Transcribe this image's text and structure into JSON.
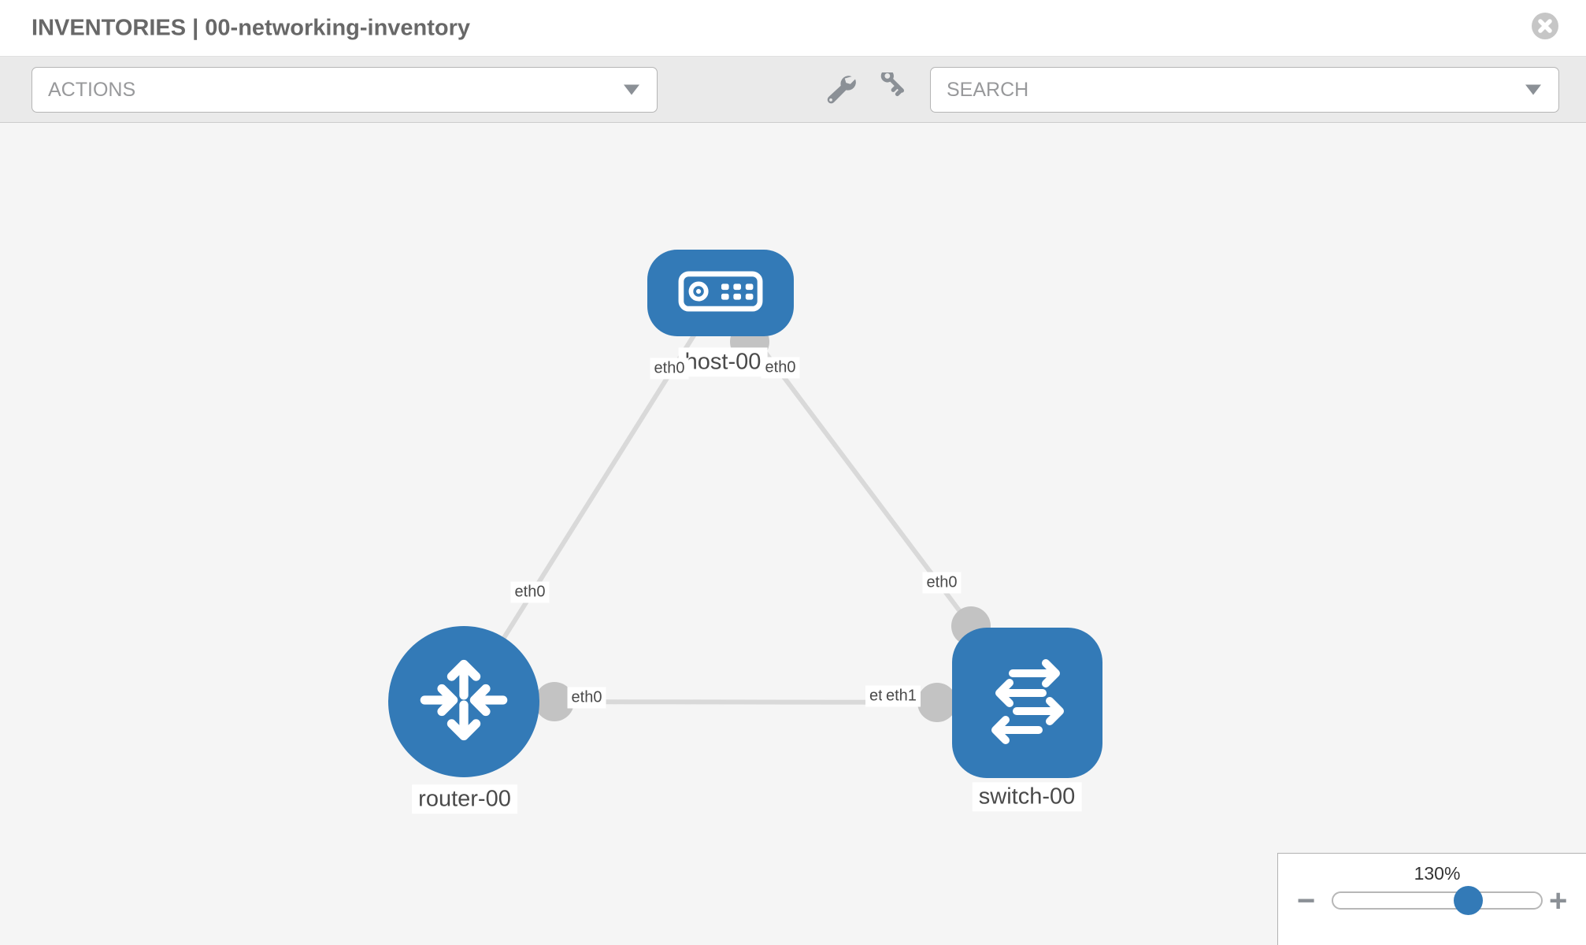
{
  "header": {
    "title": "INVENTORIES | 00-networking-inventory",
    "close_icon": "circle-x-icon"
  },
  "toolbar": {
    "actions_placeholder": "ACTIONS",
    "search_placeholder": "SEARCH",
    "icons": [
      "wrench-icon",
      "key-icon"
    ]
  },
  "colors": {
    "node_fill": "#337ab7",
    "port_fill": "#c3c3c3",
    "link_stroke": "#d9d9d9",
    "canvas_bg": "#f5f5f5",
    "toolbar_bg": "#eaeaea",
    "slider_thumb": "#337ab7",
    "icon_gray": "#8b9096"
  },
  "topology": {
    "nodes": [
      {
        "label": "host-00",
        "type": "host",
        "icon": "host-icon",
        "shape": "rounded-rect"
      },
      {
        "label": "router-00",
        "type": "router",
        "icon": "router-icon",
        "shape": "circle"
      },
      {
        "label": "switch-00",
        "type": "switch",
        "icon": "switch-icon",
        "shape": "rounded-square"
      }
    ],
    "links": [
      {
        "from": "host-00",
        "from_interface": "eth0",
        "to": "router-00",
        "to_interface": "eth0"
      },
      {
        "from": "host-00",
        "from_interface": "eth0",
        "to": "switch-00",
        "to_interface": "eth0"
      },
      {
        "from": "router-00",
        "from_interface": "eth0",
        "to": "switch-00",
        "to_interface": "eth1"
      }
    ],
    "overlap_hidden_label": "eth0"
  },
  "zoom_control": {
    "level": "130%",
    "value_percent": 130,
    "zoom_out_label": "−",
    "zoom_in_label": "+"
  }
}
